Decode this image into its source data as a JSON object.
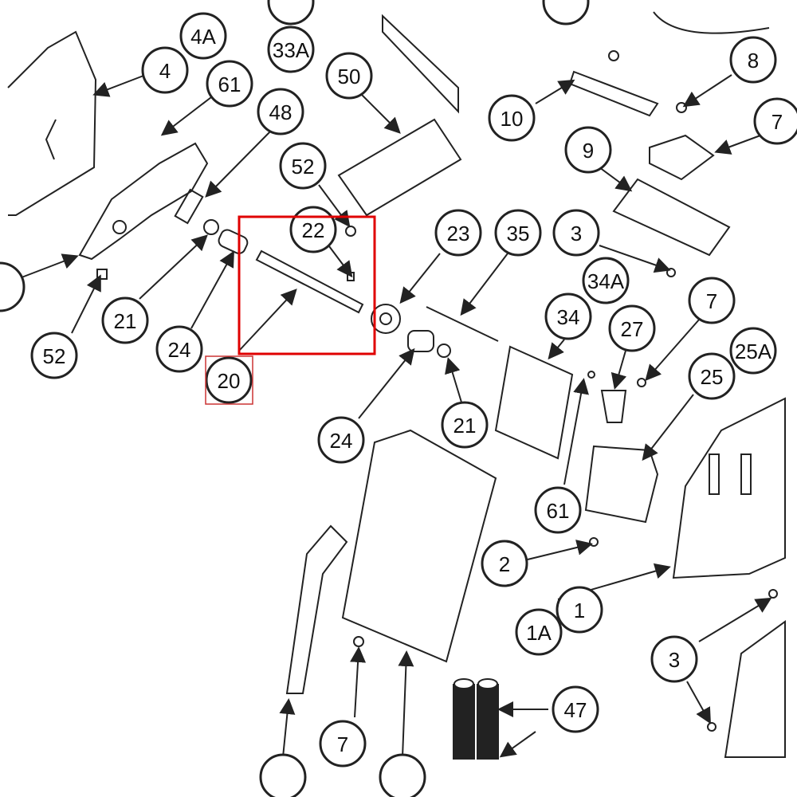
{
  "diagram": {
    "highlight_color": "#e00000",
    "selected_callout": "20",
    "callouts": [
      {
        "id": "4A",
        "label": "4A"
      },
      {
        "id": "4",
        "label": "4"
      },
      {
        "id": "33A",
        "label": "33A"
      },
      {
        "id": "61a",
        "label": "61"
      },
      {
        "id": "48",
        "label": "48"
      },
      {
        "id": "50",
        "label": "50"
      },
      {
        "id": "52a",
        "label": "52"
      },
      {
        "id": "10",
        "label": "10"
      },
      {
        "id": "8",
        "label": "8"
      },
      {
        "id": "7a",
        "label": "7"
      },
      {
        "id": "9",
        "label": "9"
      },
      {
        "id": "22",
        "label": "22"
      },
      {
        "id": "23",
        "label": "23"
      },
      {
        "id": "35",
        "label": "35"
      },
      {
        "id": "3a",
        "label": "3"
      },
      {
        "id": "34A",
        "label": "34A"
      },
      {
        "id": "34",
        "label": "34"
      },
      {
        "id": "27",
        "label": "27"
      },
      {
        "id": "7b",
        "label": "7"
      },
      {
        "id": "25A",
        "label": "25A"
      },
      {
        "id": "25",
        "label": "25"
      },
      {
        "id": "52b",
        "label": "52"
      },
      {
        "id": "21a",
        "label": "21"
      },
      {
        "id": "24a",
        "label": "24"
      },
      {
        "id": "20",
        "label": "20"
      },
      {
        "id": "24b",
        "label": "24"
      },
      {
        "id": "21b",
        "label": "21"
      },
      {
        "id": "61b",
        "label": "61"
      },
      {
        "id": "2",
        "label": "2"
      },
      {
        "id": "1",
        "label": "1"
      },
      {
        "id": "1A",
        "label": "1A"
      },
      {
        "id": "3b",
        "label": "3"
      },
      {
        "id": "47",
        "label": "47"
      },
      {
        "id": "7c",
        "label": "7"
      }
    ]
  }
}
